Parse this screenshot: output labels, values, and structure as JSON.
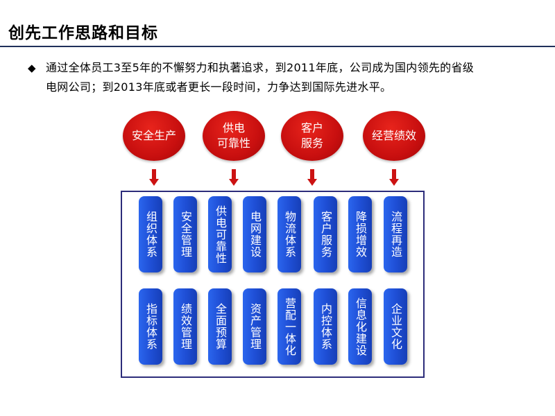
{
  "header": {
    "title": "创先工作思路和目标"
  },
  "bullet": {
    "icon": "◆",
    "line1": "通过全体员工3至5年的不懈努力和执著追求，到2011年底，公司成为国内领先的省级",
    "line2": "电网公司；到2013年底或者更长一段时间，力争达到国际先进水平。"
  },
  "goals": [
    {
      "lines": [
        "安全生产"
      ]
    },
    {
      "lines": [
        "供电",
        "可靠性"
      ]
    },
    {
      "lines": [
        "客户",
        "服务"
      ]
    },
    {
      "lines": [
        "经营绩效"
      ]
    }
  ],
  "pillars": {
    "row1": [
      "组织体系",
      "安全管理",
      "供电可靠性",
      "电网建设",
      "物流体系",
      "客户服务",
      "降损增效",
      "流程再造"
    ],
    "row2": [
      "指标体系",
      "绩效管理",
      "全面预算",
      "资产管理",
      "营配一体化",
      "内控体系",
      "信息化建设",
      "企业文化"
    ]
  },
  "colors": {
    "goal_red": "#d01515",
    "pillar_blue": "#1f4fd6",
    "frame_border": "#2c2c7a",
    "title_rule": "#1f2f5a"
  }
}
